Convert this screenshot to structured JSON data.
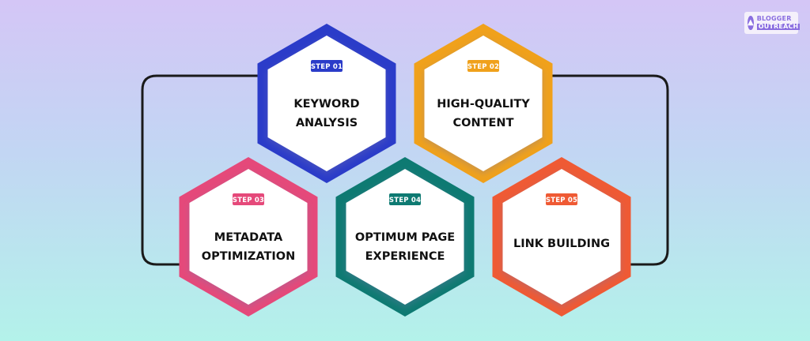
{
  "logo": {
    "line1": "BLOGGER",
    "line2": "OUTREACH",
    "color": "#8a6ee0"
  },
  "steps": [
    {
      "badge": "STEP 01",
      "lines": [
        "KEYWORD",
        "ANALYSIS"
      ],
      "color": "#2b3cc9"
    },
    {
      "badge": "STEP 02",
      "lines": [
        "HIGH-QUALITY",
        "CONTENT"
      ],
      "color": "#f0a11b"
    },
    {
      "badge": "STEP 03",
      "lines": [
        "METADATA",
        "OPTIMIZATION"
      ],
      "color": "#e5497a"
    },
    {
      "badge": "STEP 04",
      "lines": [
        "OPTIMUM PAGE",
        "EXPERIENCE"
      ],
      "color": "#0e7a72"
    },
    {
      "badge": "STEP 05",
      "lines": [
        "LINK BUILDING"
      ],
      "color": "#ef5a34"
    }
  ],
  "connector_color": "#1a1a1a"
}
